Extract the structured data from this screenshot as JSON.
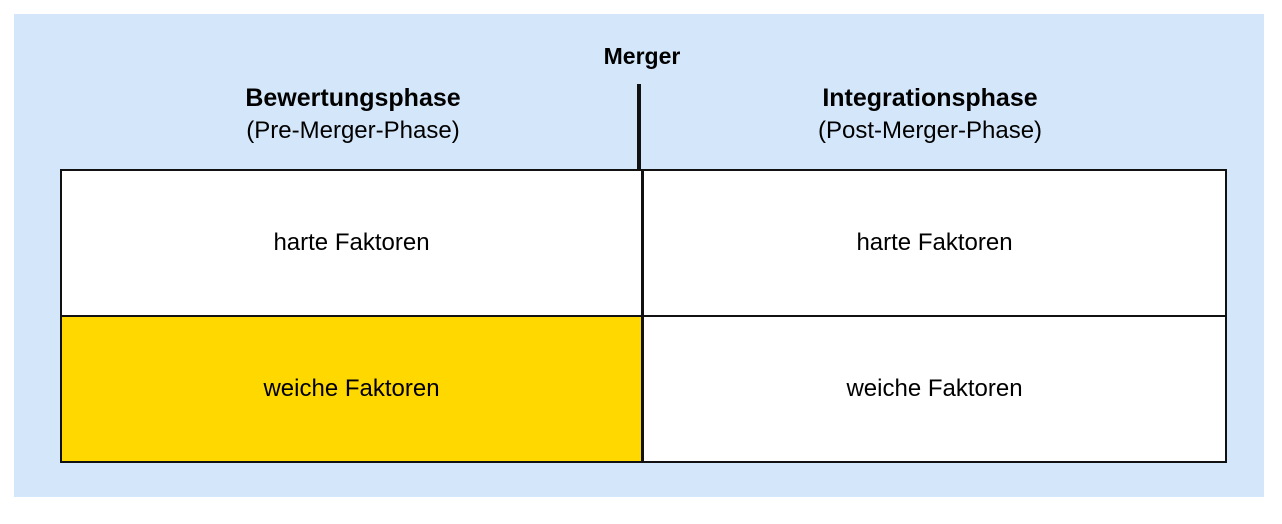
{
  "figure": {
    "title": "Merger",
    "background_color": "#d4e7fa",
    "highlight_color": "#ffd800",
    "line_color": "#111111"
  },
  "columns": [
    {
      "phase_name": "Bewertungsphase",
      "phase_subtitle": "(Pre-Merger-Phase)"
    },
    {
      "phase_name": "Integrationsphase",
      "phase_subtitle": "(Post-Merger-Phase)"
    }
  ],
  "matrix": {
    "rows": [
      {
        "row_label": "harte Faktoren",
        "cells": [
          {
            "text": "harte Faktoren",
            "highlighted": false
          },
          {
            "text": "harte Faktoren",
            "highlighted": false
          }
        ]
      },
      {
        "row_label": "weiche Faktoren",
        "cells": [
          {
            "text": "weiche Faktoren",
            "highlighted": true
          },
          {
            "text": "weiche Faktoren",
            "highlighted": false
          }
        ]
      }
    ]
  }
}
